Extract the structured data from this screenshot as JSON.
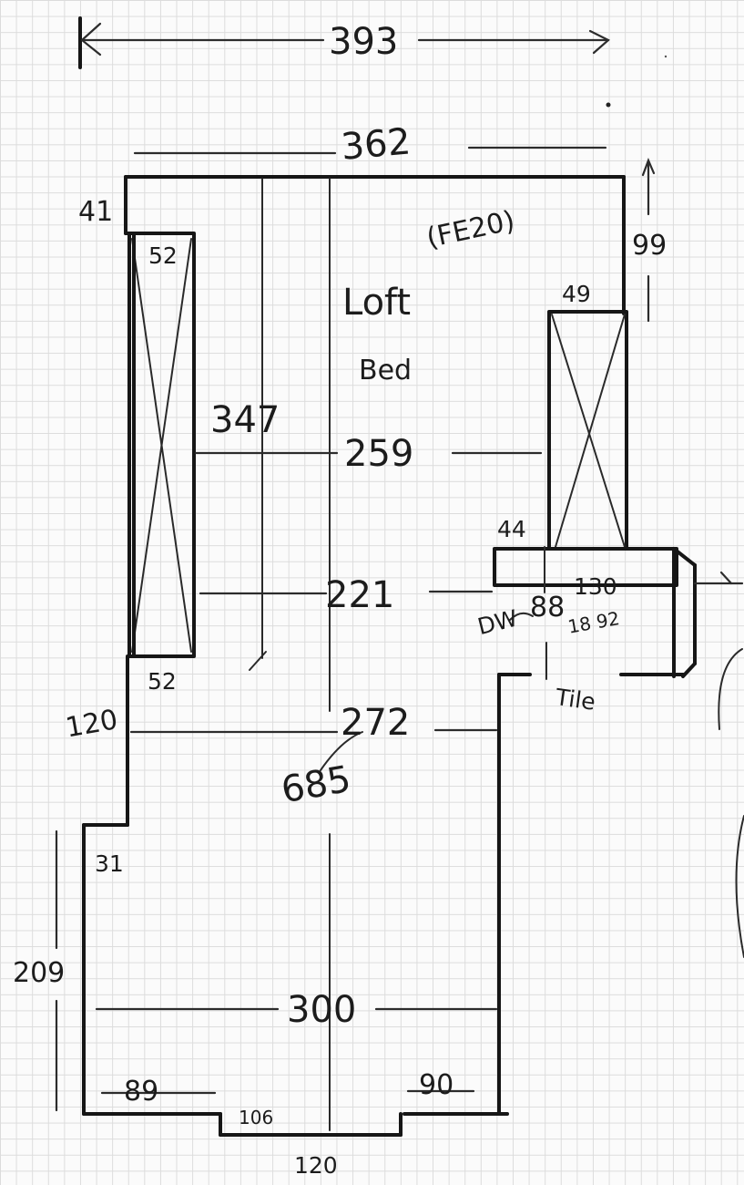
{
  "labels": {
    "overall_width": "393",
    "top_width": "362",
    "left_wall_short": "41",
    "right_height": "99",
    "left_window_top": "52",
    "left_window_bottom": "52",
    "right_window_top": "49",
    "room_name": "Loft",
    "room_type": "Bed",
    "room_note": "(FE20)",
    "left_depth": "347",
    "width_middle": "259",
    "width_lower": "221",
    "step_width": "44",
    "inset_width": "130",
    "dw_label": "DW",
    "dw_value": "88",
    "dims_small": "18 92",
    "tile_label": "Tile",
    "step_left": "120",
    "width_272": "272",
    "total_length": "685",
    "notch": "31",
    "left_lower_height": "209",
    "bottom_width": "300",
    "bottom_left": "89",
    "bottom_right": "90",
    "opening_inner": "106",
    "opening_outer": "120"
  }
}
